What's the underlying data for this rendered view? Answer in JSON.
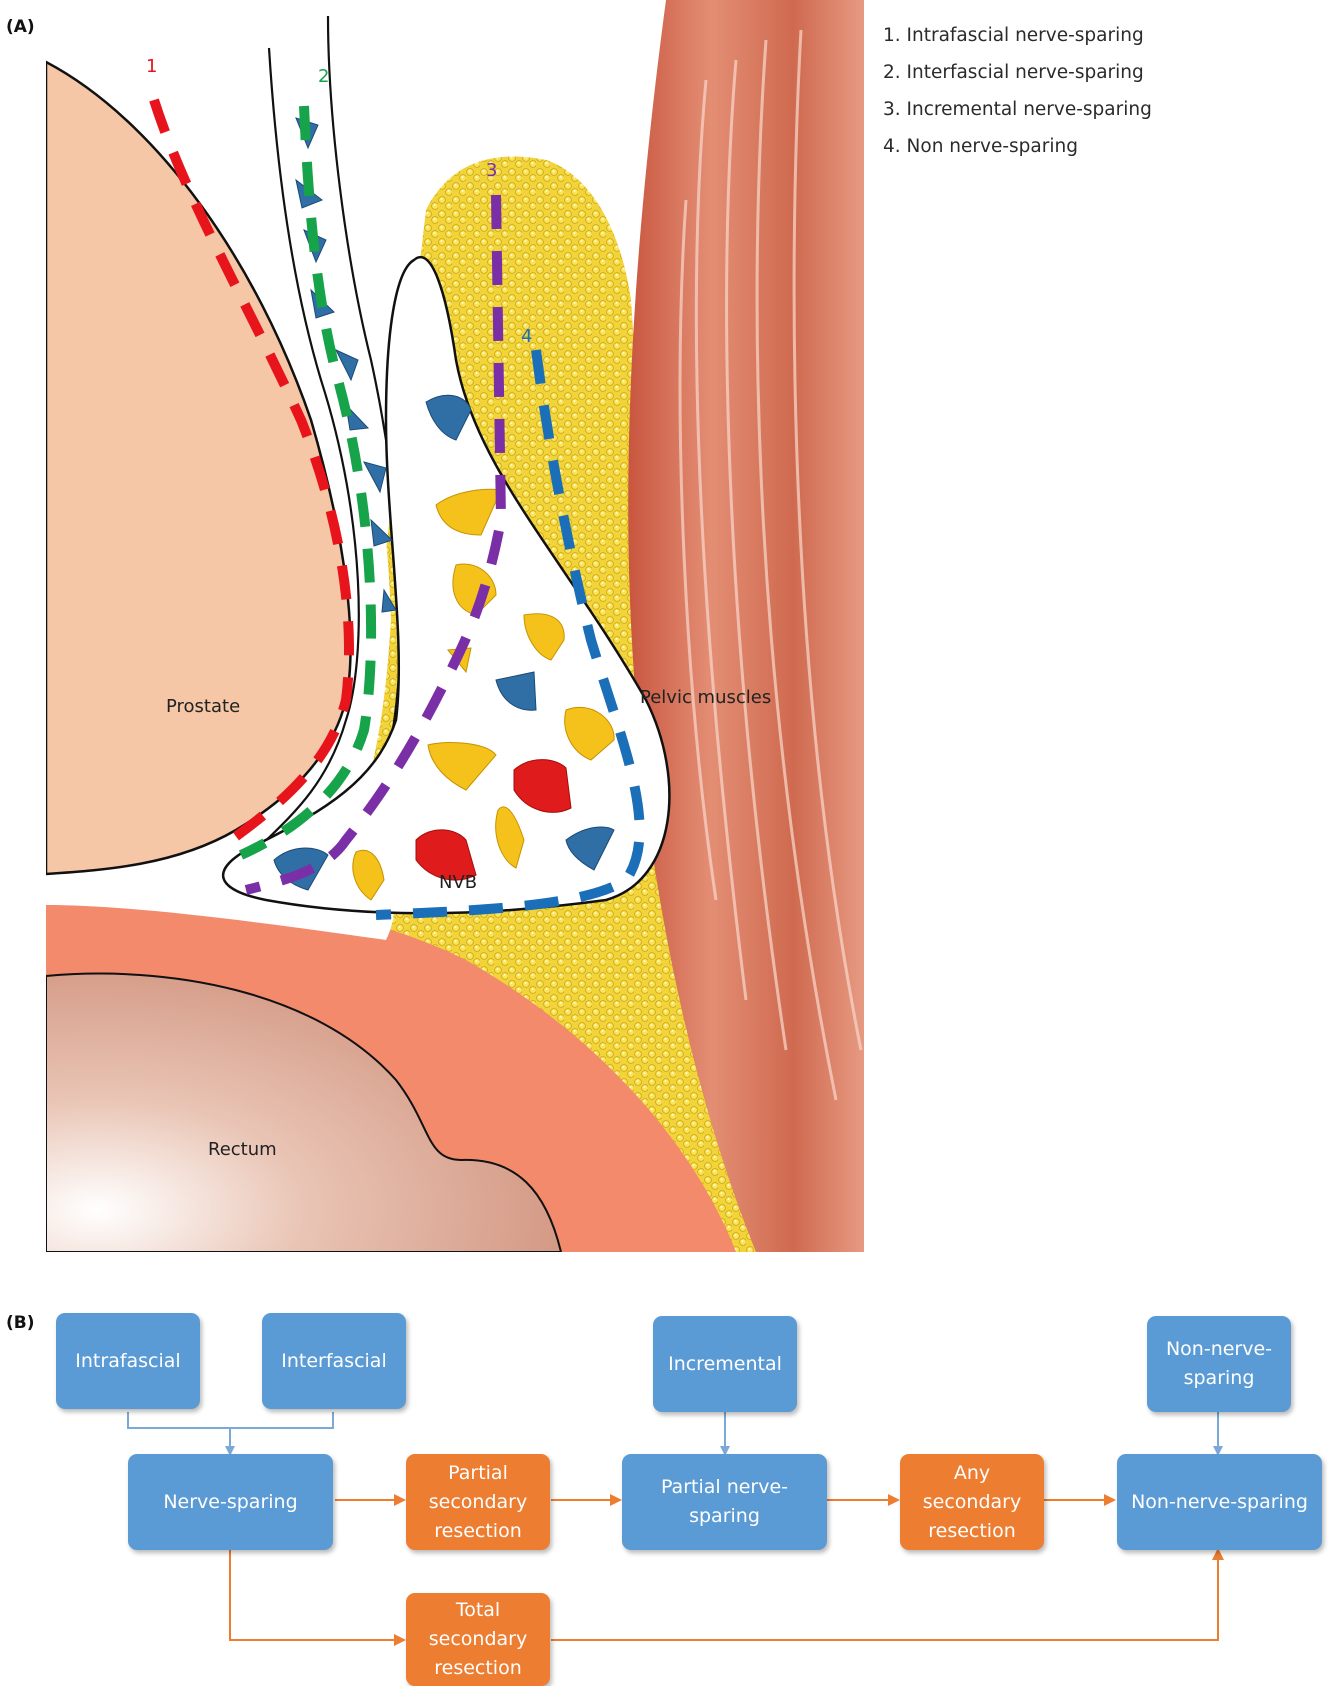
{
  "panel_a": {
    "label": "(A)",
    "markers": [
      "1",
      "2",
      "3",
      "4"
    ],
    "structures": {
      "prostate": "Prostate",
      "pelvic_muscles": "Pelvic muscles",
      "nvb": "NVB",
      "rectum": "Rectum"
    },
    "line_colors": {
      "intrafascial": "#e8141c",
      "interfascial": "#17a34a",
      "incremental": "#7b2fa6",
      "non_nerve_sparing": "#1b6fb8"
    },
    "legend": [
      "1. Intrafascial nerve-sparing",
      "2. Interfascial nerve-sparing",
      "3. Incremental nerve-sparing",
      "4. Non nerve-sparing"
    ]
  },
  "panel_b": {
    "label": "(B)",
    "boxes": {
      "intrafascial": "Intrafascial",
      "interfascial": "Interfascial",
      "incremental": "Incremental",
      "non_nerve_sparing_top": "Non-nerve-sparing",
      "nerve_sparing": "Nerve-sparing",
      "partial_secondary_resection": "Partial secondary resection",
      "partial_nerve_sparing": "Partial nerve-sparing",
      "any_secondary_resection": "Any secondary resection",
      "non_nerve_sparing_result": "Non-nerve-sparing",
      "total_secondary_resection": "Total secondary resection"
    },
    "colors": {
      "approach_box": "#5b9bd5",
      "resection_box": "#ed7d31",
      "blue_connector": "#7aa9d9",
      "orange_connector": "#ed7d31"
    }
  }
}
